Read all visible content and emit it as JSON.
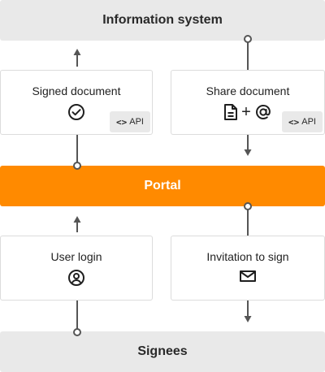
{
  "top_bar": {
    "label": "Information system"
  },
  "portal": {
    "label": "Portal"
  },
  "bottom_bar": {
    "label": "Signees"
  },
  "cards": {
    "signed_document": {
      "title": "Signed document",
      "api_label": "API",
      "api_code": "<>"
    },
    "share_document": {
      "title": "Share document",
      "api_label": "API",
      "api_code": "<>",
      "plus": "+"
    },
    "user_login": {
      "title": "User login"
    },
    "invitation_to_sign": {
      "title": "Invitation to sign"
    }
  },
  "icons": {
    "signed_document": "check-circle-icon",
    "share_document": [
      "document-icon",
      "at-sign-icon"
    ],
    "user_login": "user-circle-icon",
    "invitation_to_sign": "envelope-icon",
    "api": "code-icon"
  },
  "colors": {
    "portal": "#ff8a00",
    "bar_bg": "#e9e9e9",
    "connector": "#555555"
  }
}
